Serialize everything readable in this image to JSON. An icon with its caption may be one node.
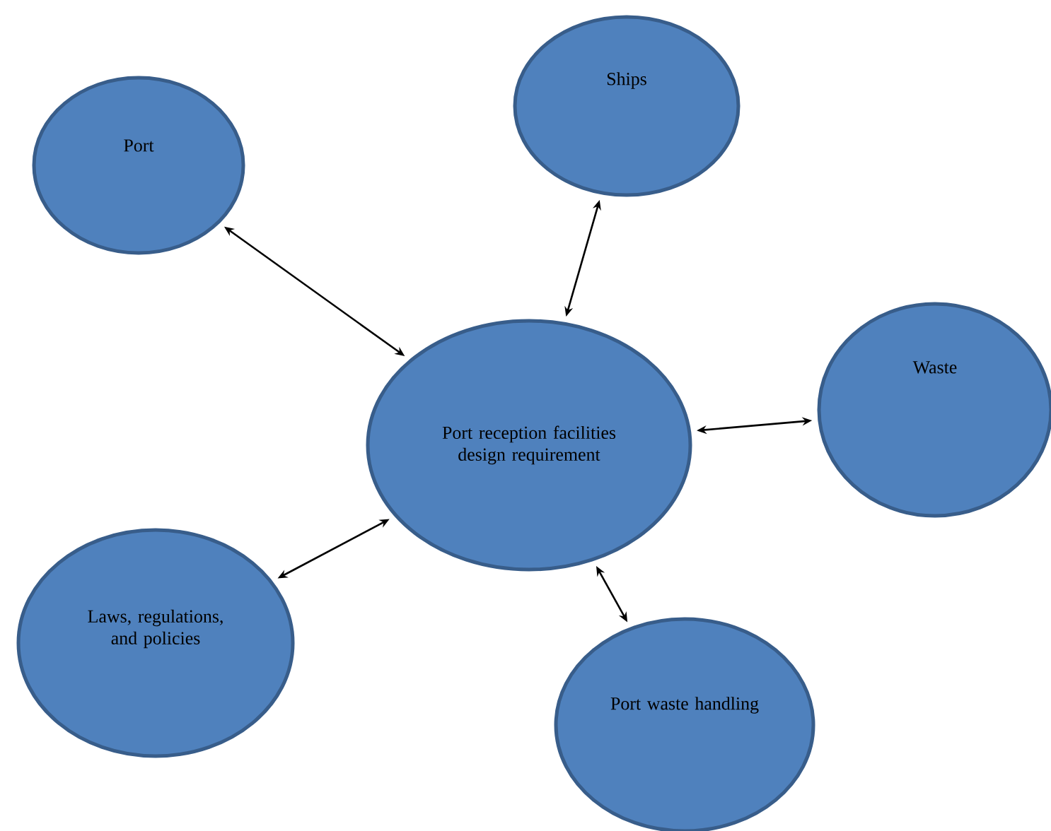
{
  "diagram": {
    "nodes": [
      {
        "text": [
          "Port"
        ]
      },
      {
        "text": [
          "Ships"
        ]
      },
      {
        "text": [
          "Waste"
        ]
      },
      {
        "text": [
          "Port reception facilities design requirement"
        ]
      },
      {
        "text": [
          "Laws, regulations, and policies"
        ]
      },
      {
        "text": [
          "Port waste handling"
        ]
      }
    ],
    "edges": [
      {
        "from": 3,
        "to": 0,
        "arrow": "both"
      },
      {
        "from": 3,
        "to": 1,
        "arrow": "both"
      },
      {
        "from": 3,
        "to": 2,
        "arrow": "both"
      },
      {
        "from": 3,
        "to": 4,
        "arrow": "both"
      },
      {
        "from": 3,
        "to": 5,
        "arrow": "both"
      }
    ]
  }
}
